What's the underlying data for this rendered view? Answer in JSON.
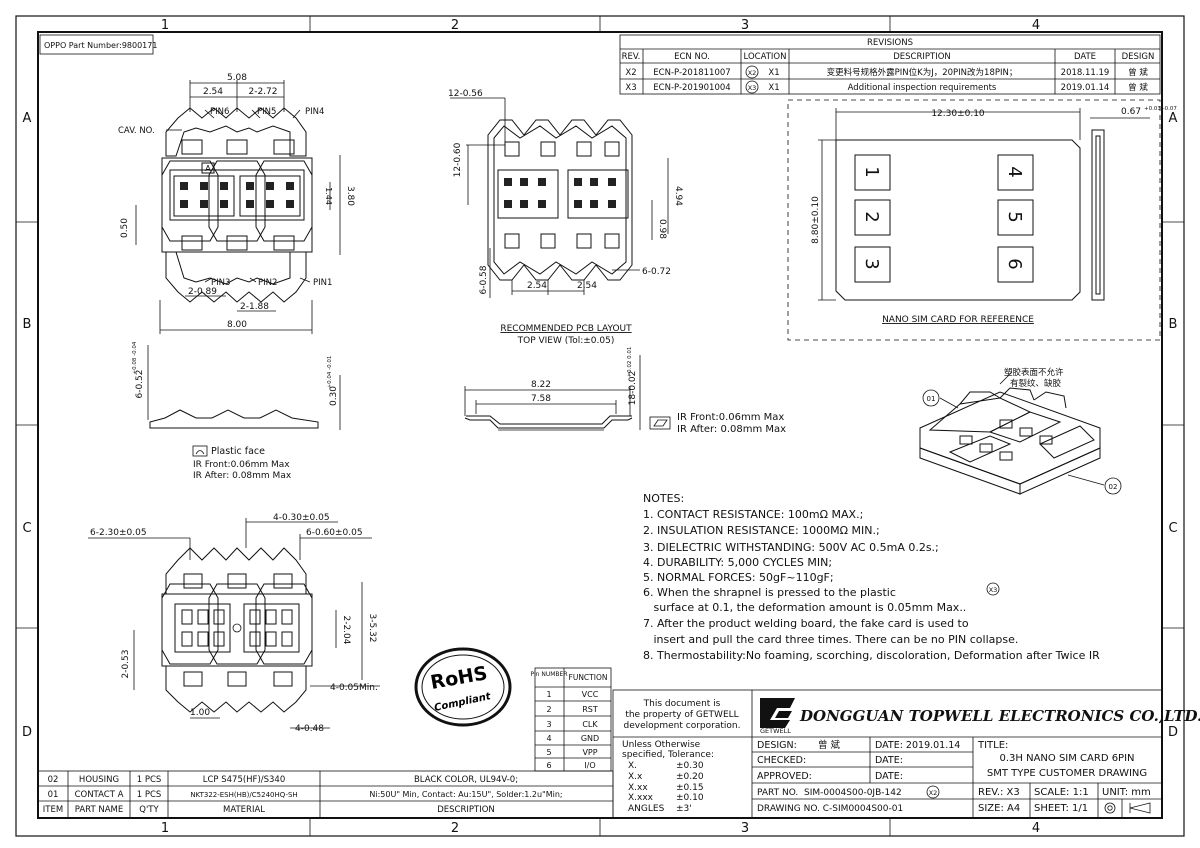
{
  "border": {
    "zone_cols": [
      "1",
      "2",
      "3",
      "4"
    ],
    "zone_rows": [
      "A",
      "B",
      "C",
      "D"
    ]
  },
  "part_number_label": "OPPO Part Number:9800171",
  "revisions": {
    "title": "REVISIONS",
    "headers": [
      "REV.",
      "ECN NO.",
      "LOCATION",
      "DESCRIPTION",
      "DATE",
      "DESIGN"
    ],
    "rows": [
      {
        "rev": "X2",
        "ecn": "ECN-P-201811007",
        "loc_mark": "X2",
        "loc": "X1",
        "desc": "变更料号规格外露PIN位K为J，20PIN改为18PIN；",
        "date": "2018.11.19",
        "design": "曾 斌"
      },
      {
        "rev": "X3",
        "ecn": "ECN-P-201901004",
        "loc_mark": "X3",
        "loc": "X1",
        "desc": "Additional inspection requirements",
        "date": "2019.01.14",
        "design": "曾 斌"
      }
    ]
  },
  "top_view": {
    "dims": {
      "w508": "5.08",
      "w254": "2.54",
      "w272": "2-2.72",
      "cav": "CAV. NO.",
      "pin6": "PIN6",
      "pin5": "PIN5",
      "pin4": "PIN4",
      "pin3": "PIN3",
      "pin2": "PIN2",
      "pin1": "PIN1",
      "d289": "2-0.89",
      "d188": "2-1.88",
      "w800": "8.00",
      "h050": "0.50",
      "h380": "3.80",
      "h144": "1.44"
    }
  },
  "pcb_layout": {
    "dims": {
      "d056": "12-0.56",
      "d060": "12-0.60",
      "d494": "4.94",
      "d098": "0.98",
      "d058": "6-0.58",
      "d254a": "2.54",
      "d254b": "2.54",
      "d072": "6-0.72"
    },
    "caption1": "RECOMMENDED PCB LAYOUT",
    "caption2": "TOP VIEW (Tol:±0.05)"
  },
  "sim_card": {
    "width_label": "12.30±0.10",
    "height_label": "8.80±0.10",
    "thk_label": "0.67",
    "thk_tol": "+0.03 -0.07",
    "pins": [
      "1",
      "2",
      "3",
      "4",
      "5",
      "6"
    ],
    "caption": "NANO SIM CARD FOR REFERENCE"
  },
  "side_view": {
    "h052": "6-0.52",
    "h052_tol": "+0.08 -0.04",
    "h030": "0.30",
    "h030_tol": "+0.04 -0.01",
    "plastic_face": "Plastic face",
    "ir_front": "IR Front:0.06mm Max",
    "ir_after": "IR After: 0.08mm Max"
  },
  "shrapnel_view": {
    "w822": "8.22",
    "w758": "7.58",
    "h002": "18-0.02",
    "h002_tol": "+0.02 0.01",
    "ir_front": "IR Front:0.06mm Max",
    "ir_after": "IR After: 0.08mm Max"
  },
  "iso_view": {
    "note_cn1": "塑胶表面不允许",
    "note_cn2": "有裂纹、缺胶",
    "callout1": "01",
    "callout2": "02"
  },
  "bottom_view": {
    "dims": {
      "d230": "6-2.30±0.05",
      "d030": "4-0.30±0.05",
      "d060": "6-0.60±0.05",
      "d204": "2-2.04",
      "d532": "3-5.32",
      "d053": "2-0.53",
      "d005": "4-0.05Min.",
      "d100": "1.00",
      "d048": "4-0.48"
    }
  },
  "notes": {
    "title": "NOTES:",
    "items": [
      "1. CONTACT RESISTANCE: 100mΩ MAX.;",
      "2. INSULATION RESISTANCE: 1000MΩ MIN.;",
      "3. DIELECTRIC WITHSTANDING: 500V AC 0.5mA 0.2s.;",
      "4. DURABILITY: 5,000 CYCLES MIN;",
      "5. NORMAL FORCES: 50gF~110gF;",
      "6. When the shrapnel is pressed to the plastic",
      "   surface at 0.1, the deformation amount is 0.05mm Max..",
      "7. After the product welding board, the fake card is used to",
      "   insert and pull the card three times. There can be no PIN collapse.",
      "8. Thermostability:No foaming, scorching, discoloration, Deformation after Twice IR"
    ],
    "x3_mark": "X3"
  },
  "rohs": {
    "line1": "RoHS",
    "line2": "Compliant"
  },
  "pin_table": {
    "headers": [
      "Pin NUMBER",
      "FUNCTION"
    ],
    "rows": [
      [
        "1",
        "VCC"
      ],
      [
        "2",
        "RST"
      ],
      [
        "3",
        "CLK"
      ],
      [
        "4",
        "GND"
      ],
      [
        "5",
        "VPP"
      ],
      [
        "6",
        "I/O"
      ]
    ]
  },
  "bom": {
    "headers": [
      "ITEM",
      "PART NAME",
      "Q'TY",
      "MATERIAL",
      "DESCRIPTION"
    ],
    "rows": [
      {
        "item": "02",
        "name": "HOUSING",
        "qty": "1 PCS",
        "material": "LCP S475(HF)/S340",
        "desc": "BLACK COLOR, UL94V-0;"
      },
      {
        "item": "01",
        "name": "CONTACT A",
        "qty": "1 PCS",
        "material": "NKT322-ESH(HB)/C5240HQ-SH",
        "desc": "Ni:50U\" Min, Contact: Au:15U\", Solder:1.2u\"Min;"
      }
    ]
  },
  "title_block": {
    "property_note": [
      "This document is",
      "the property of GETWELL",
      "development corporation."
    ],
    "tolerance": {
      "header": [
        "Unless Otherwise",
        "specified, Tolerance:"
      ],
      "rows": [
        [
          "X.",
          "±0.30"
        ],
        [
          "X.x",
          "±0.20"
        ],
        [
          "X.xx",
          "±0.15"
        ],
        [
          "X.xxx",
          "±0.10"
        ],
        [
          "ANGLES",
          "±3'"
        ]
      ]
    },
    "logo_sub": "GETWELL",
    "company": "DONGGUAN TOPWELL ELECTRONICS CO.,LTD.",
    "design_label": "DESIGN:",
    "design_value": "曾 斌",
    "checked_label": "CHECKED:",
    "approved_label": "APPROVED:",
    "date1": "DATE: 2019.01.14",
    "date2": "DATE:",
    "date3": "DATE:",
    "title_label": "TITLE:",
    "title_line1": "0.3H NANO SIM CARD 6PIN",
    "title_line2": "SMT TYPE CUSTOMER DRAWING",
    "part_no": "PART NO.  SIM-0004S00-0JB-142",
    "part_no_mark": "X2",
    "drawing_no": "DRAWING NO. C-SIM0004S00-01",
    "rev": "REV.: X3",
    "scale": "SCALE: 1:1",
    "unit": "UNIT: mm",
    "size": "SIZE: A4",
    "sheet": "SHEET: 1/1"
  }
}
